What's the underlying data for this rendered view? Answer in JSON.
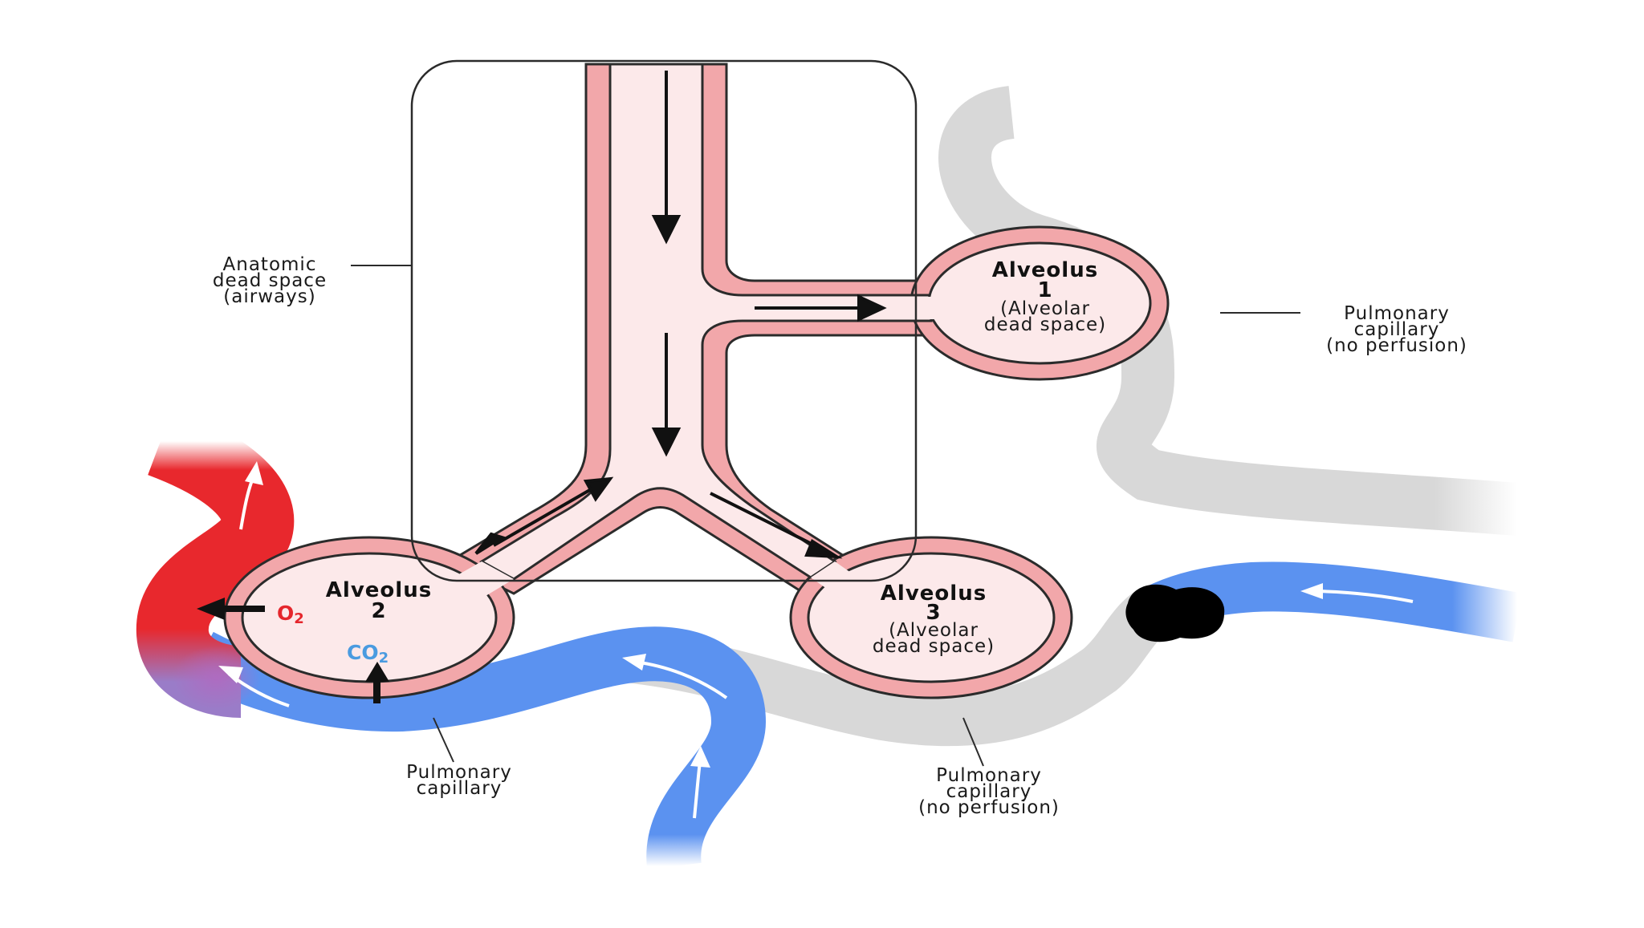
{
  "labels": {
    "anatomic": [
      "Anatomic",
      "dead space",
      "(airways)"
    ],
    "cap_right": [
      "Pulmonary",
      "capillary",
      "(no perfusion)"
    ],
    "cap_left": [
      "Pulmonary",
      "capillary"
    ],
    "cap_bottom": [
      "Pulmonary",
      "capillary",
      "(no perfusion)"
    ]
  },
  "alveoli": {
    "a1": {
      "title": "Alveolus",
      "number": "1",
      "sub": [
        "(Alveolar",
        "dead space)"
      ]
    },
    "a2": {
      "title": "Alveolus",
      "number": "2"
    },
    "a3": {
      "title": "Alveolus",
      "number": "3",
      "sub": [
        "(Alveolar",
        "dead space)"
      ]
    }
  },
  "gases": {
    "o2": "O",
    "o2_sub": "2",
    "co2": "CO",
    "co2_sub": "2"
  },
  "colors": {
    "oxygenated": "#e8282d",
    "deoxygenated": "#5b92f0",
    "no_perfusion": "#d8d8d8",
    "airway_wall": "#f2a7aa",
    "airway_inner": "#fce9ea",
    "o2_text": "#e5262c",
    "co2_text": "#4a9be0",
    "clot": "#000000"
  }
}
